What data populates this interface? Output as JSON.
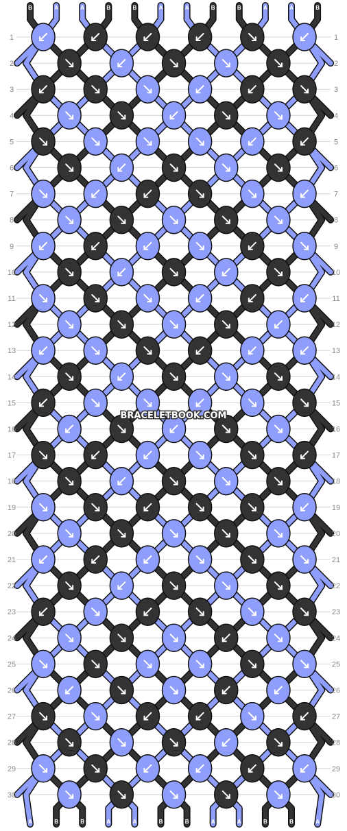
{
  "strands": [
    "B",
    "A",
    "A",
    "B",
    "B",
    "A",
    "A",
    "B",
    "B",
    "A",
    "A",
    "B"
  ],
  "colors": {
    "A": "#8f9dfb",
    "B": "#333333",
    "outline": "#111111",
    "lines": "#d4d4d4",
    "arrow": "#ffffff"
  },
  "rows": 30,
  "rowNumbers": [
    "1",
    "2",
    "3",
    "4",
    "5",
    "6",
    "7",
    "8",
    "9",
    "10",
    "11",
    "12",
    "13",
    "14",
    "15",
    "16",
    "17",
    "18",
    "19",
    "20",
    "21",
    "22",
    "23",
    "24",
    "25",
    "26",
    "27",
    "28",
    "29",
    "30"
  ],
  "watermark": "BRACELETBOOK.COM",
  "knots": [
    [
      "A",
      "B",
      "B",
      "B",
      "B",
      "A"
    ],
    [
      "B",
      "A",
      "B",
      "A",
      "B"
    ],
    [
      "B",
      "B",
      "A",
      "A",
      "B",
      "B"
    ],
    [
      "A",
      "B",
      "A",
      "B",
      "A"
    ],
    [
      "B",
      "A",
      "A",
      "A",
      "A",
      "B"
    ],
    [
      "B",
      "A",
      "B",
      "A",
      "B"
    ],
    [
      "A",
      "A",
      "B",
      "B",
      "A",
      "A"
    ],
    [
      "A",
      "B",
      "A",
      "B",
      "A"
    ],
    [
      "A",
      "B",
      "A",
      "A",
      "B",
      "A"
    ],
    [
      "B",
      "A",
      "B",
      "A",
      "B"
    ],
    [
      "A",
      "B",
      "A",
      "A",
      "B",
      "A"
    ],
    [
      "A",
      "B",
      "A",
      "B",
      "A"
    ],
    [
      "A",
      "A",
      "B",
      "B",
      "A",
      "A"
    ],
    [
      "B",
      "A",
      "B",
      "A",
      "B"
    ],
    [
      "B",
      "A",
      "A",
      "A",
      "A",
      "B"
    ],
    [
      "A",
      "B",
      "A",
      "B",
      "A"
    ],
    [
      "B",
      "B",
      "A",
      "A",
      "B",
      "B"
    ],
    [
      "B",
      "A",
      "B",
      "A",
      "B"
    ],
    [
      "A",
      "B",
      "B",
      "B",
      "B",
      "A"
    ],
    [
      "A",
      "B",
      "A",
      "B",
      "A"
    ],
    [
      "A",
      "B",
      "A",
      "A",
      "B",
      "A"
    ],
    [
      "B",
      "A",
      "B",
      "A",
      "B"
    ],
    [
      "B",
      "A",
      "B",
      "B",
      "A",
      "B"
    ],
    [
      "A",
      "B",
      "A",
      "B",
      "A"
    ],
    [
      "A",
      "B",
      "A",
      "A",
      "B",
      "A"
    ],
    [
      "A",
      "B",
      "A",
      "B",
      "A"
    ],
    [
      "B",
      "A",
      "B",
      "B",
      "A",
      "B"
    ],
    [
      "B",
      "A",
      "B",
      "A",
      "B"
    ],
    [
      "A",
      "B",
      "A",
      "A",
      "B",
      "A"
    ],
    [
      "A",
      "B",
      "A",
      "B",
      "A"
    ]
  ],
  "arrows": [
    [
      "sw",
      "sw",
      "sw",
      "sw",
      "se",
      "sw"
    ],
    [
      "se",
      "sw",
      "se",
      "se",
      "se"
    ],
    [
      "sw",
      "se",
      "se",
      "sw",
      "sw",
      "se"
    ],
    [
      "se",
      "se",
      "sw",
      "se",
      "se"
    ],
    [
      "se",
      "se",
      "se",
      "se",
      "sw",
      "sw"
    ],
    [
      "se",
      "sw",
      "se",
      "se",
      "se"
    ],
    [
      "se",
      "sw",
      "sw",
      "se",
      "se",
      "sw"
    ],
    [
      "se",
      "se",
      "se",
      "se",
      "se"
    ],
    [
      "sw",
      "sw",
      "sw",
      "se",
      "sw",
      "se"
    ],
    [
      "se",
      "sw",
      "se",
      "sw",
      "se"
    ],
    [
      "se",
      "se",
      "se",
      "sw",
      "sw",
      "sw"
    ],
    [
      "se",
      "se",
      "se",
      "se",
      "sw"
    ],
    [
      "sw",
      "se",
      "se",
      "sw",
      "sw",
      "sw"
    ],
    [
      "se",
      "sw",
      "se",
      "se",
      "se"
    ],
    [
      "sw",
      "se",
      "se",
      "sw",
      "se",
      "se"
    ],
    [
      "sw",
      "se",
      "sw",
      "se",
      "se"
    ],
    [
      "se",
      "sw",
      "sw",
      "se",
      "se",
      "sw"
    ],
    [
      "se",
      "sw",
      "se",
      "se",
      "se"
    ],
    [
      "se",
      "se",
      "sw",
      "se",
      "se",
      "sw"
    ],
    [
      "se",
      "se",
      "se",
      "se",
      "se"
    ],
    [
      "sw",
      "sw",
      "sw",
      "se",
      "se",
      "se"
    ],
    [
      "se",
      "sw",
      "se",
      "se",
      "se"
    ],
    [
      "sw",
      "se",
      "sw",
      "se",
      "se",
      "se"
    ],
    [
      "se",
      "se",
      "se",
      "sw",
      "se"
    ],
    [
      "se",
      "se",
      "se",
      "se",
      "se",
      "se"
    ],
    [
      "sw",
      "se",
      "se",
      "sw",
      "sw"
    ],
    [
      "se",
      "se",
      "sw",
      "sw",
      "se",
      "sw"
    ],
    [
      "se",
      "se",
      "se",
      "sw",
      "se"
    ],
    [
      "se",
      "se",
      "sw",
      "sw",
      "sw",
      "sw"
    ],
    [
      "se",
      "se",
      "se",
      "se",
      "se"
    ]
  ]
}
